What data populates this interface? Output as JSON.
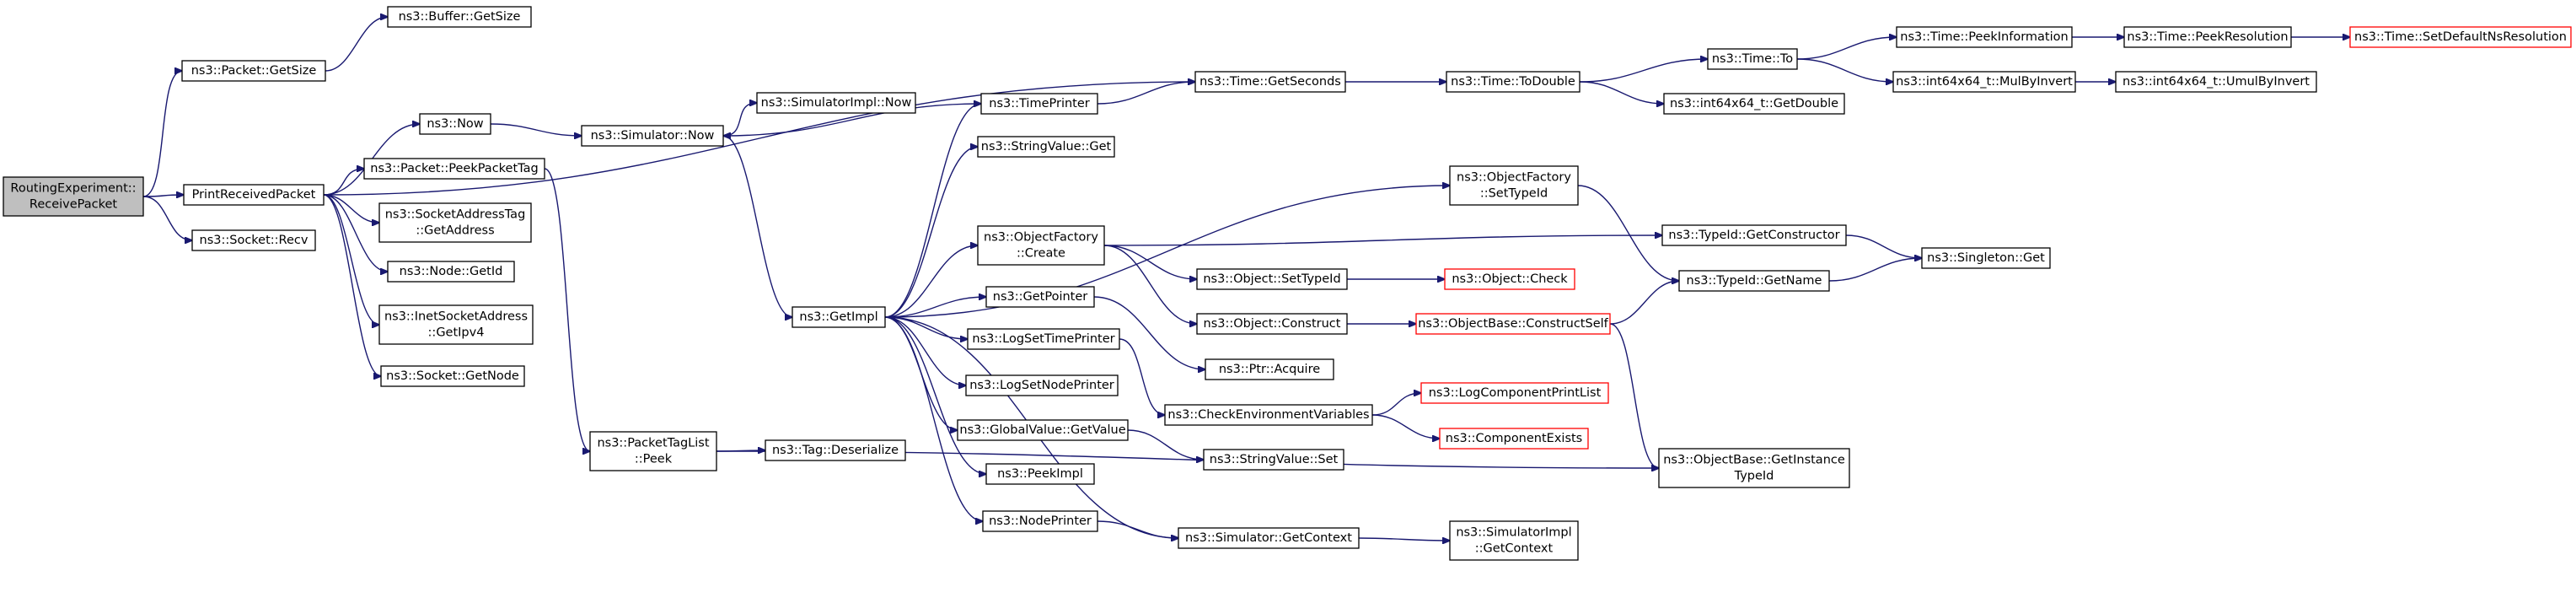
{
  "diagram": {
    "kind": "doxygen-call-graph",
    "colors": {
      "edge": "#191970",
      "root_fill": "#bfbfbf",
      "node_border": "#000000",
      "truncated_border": "#ff0000"
    },
    "nodes": [
      {
        "id": "receive",
        "lines": [
          "RoutingExperiment::",
          "ReceivePacket"
        ],
        "root": true
      },
      {
        "id": "getsize",
        "lines": [
          "ns3::Packet::GetSize"
        ]
      },
      {
        "id": "bufgetsize",
        "lines": [
          "ns3::Buffer::GetSize"
        ]
      },
      {
        "id": "printrecv",
        "lines": [
          "PrintReceivedPacket"
        ]
      },
      {
        "id": "recv",
        "lines": [
          "ns3::Socket::Recv"
        ]
      },
      {
        "id": "now",
        "lines": [
          "ns3::Now"
        ]
      },
      {
        "id": "peektag",
        "lines": [
          "ns3::Packet::PeekPacketTag"
        ]
      },
      {
        "id": "sockaddrtag",
        "lines": [
          "ns3::SocketAddressTag",
          "::GetAddress"
        ]
      },
      {
        "id": "nodegetid",
        "lines": [
          "ns3::Node::GetId"
        ]
      },
      {
        "id": "inetipv4",
        "lines": [
          "ns3::InetSocketAddress",
          "::GetIpv4"
        ]
      },
      {
        "id": "sockgetnode",
        "lines": [
          "ns3::Socket::GetNode"
        ]
      },
      {
        "id": "simnow",
        "lines": [
          "ns3::Simulator::Now"
        ]
      },
      {
        "id": "simimplnow",
        "lines": [
          "ns3::SimulatorImpl::Now"
        ]
      },
      {
        "id": "taglistpeek",
        "lines": [
          "ns3::PacketTagList",
          "::Peek"
        ]
      },
      {
        "id": "tagdeser",
        "lines": [
          "ns3::Tag::Deserialize"
        ]
      },
      {
        "id": "getimpl",
        "lines": [
          "ns3::GetImpl"
        ]
      },
      {
        "id": "timeprinter",
        "lines": [
          "ns3::TimePrinter"
        ]
      },
      {
        "id": "strvalget",
        "lines": [
          "ns3::StringValue::Get"
        ]
      },
      {
        "id": "ofcreate",
        "lines": [
          "ns3::ObjectFactory",
          "::Create"
        ]
      },
      {
        "id": "getpointer",
        "lines": [
          "ns3::GetPointer"
        ]
      },
      {
        "id": "logsettime",
        "lines": [
          "ns3::LogSetTimePrinter"
        ]
      },
      {
        "id": "logsetnode",
        "lines": [
          "ns3::LogSetNodePrinter"
        ]
      },
      {
        "id": "gvgetvalue",
        "lines": [
          "ns3::GlobalValue::GetValue"
        ]
      },
      {
        "id": "peekimpl",
        "lines": [
          "ns3::PeekImpl"
        ]
      },
      {
        "id": "nodeprinter",
        "lines": [
          "ns3::NodePrinter"
        ]
      },
      {
        "id": "timegetsec",
        "lines": [
          "ns3::Time::GetSeconds"
        ]
      },
      {
        "id": "ofsettypeid",
        "lines": [
          "ns3::ObjectFactory",
          "::SetTypeId"
        ]
      },
      {
        "id": "objsettypeid",
        "lines": [
          "ns3::Object::SetTypeId"
        ]
      },
      {
        "id": "objconstruct",
        "lines": [
          "ns3::Object::Construct"
        ]
      },
      {
        "id": "ptracquire",
        "lines": [
          "ns3::Ptr::Acquire"
        ]
      },
      {
        "id": "checkenv",
        "lines": [
          "ns3::CheckEnvironmentVariables"
        ]
      },
      {
        "id": "strvalset",
        "lines": [
          "ns3::StringValue::Set"
        ]
      },
      {
        "id": "simgetctx",
        "lines": [
          "ns3::Simulator::GetContext"
        ]
      },
      {
        "id": "timetodouble",
        "lines": [
          "ns3::Time::ToDouble"
        ]
      },
      {
        "id": "objcheck",
        "lines": [
          "ns3::Object::Check"
        ],
        "truncated": true
      },
      {
        "id": "obconstructself",
        "lines": [
          "ns3::ObjectBase::ConstructSelf"
        ],
        "truncated": true
      },
      {
        "id": "logcompprint",
        "lines": [
          "ns3::LogComponentPrintList"
        ],
        "truncated": true
      },
      {
        "id": "compexists",
        "lines": [
          "ns3::ComponentExists"
        ],
        "truncated": true
      },
      {
        "id": "simimplgetctx",
        "lines": [
          "ns3::SimulatorImpl",
          "::GetContext"
        ]
      },
      {
        "id": "timeto",
        "lines": [
          "ns3::Time::To"
        ]
      },
      {
        "id": "getdouble",
        "lines": [
          "ns3::int64x64_t::GetDouble"
        ]
      },
      {
        "id": "typeidgetctor",
        "lines": [
          "ns3::TypeId::GetConstructor"
        ]
      },
      {
        "id": "typeidgetname",
        "lines": [
          "ns3::TypeId::GetName"
        ]
      },
      {
        "id": "obgetinstance",
        "lines": [
          "ns3::ObjectBase::GetInstance",
          "TypeId"
        ]
      },
      {
        "id": "peekinfo",
        "lines": [
          "ns3::Time::PeekInformation"
        ]
      },
      {
        "id": "mulbyinvert",
        "lines": [
          "ns3::int64x64_t::MulByInvert"
        ]
      },
      {
        "id": "singletonget",
        "lines": [
          "ns3::Singleton::Get"
        ]
      },
      {
        "id": "peekres",
        "lines": [
          "ns3::Time::PeekResolution"
        ]
      },
      {
        "id": "umulbyinvert",
        "lines": [
          "ns3::int64x64_t::UmulByInvert"
        ]
      },
      {
        "id": "setdefaultns",
        "lines": [
          "ns3::Time::SetDefaultNsResolution"
        ],
        "truncated": true
      }
    ],
    "edges": [
      [
        "receive",
        "getsize"
      ],
      [
        "receive",
        "printrecv"
      ],
      [
        "receive",
        "recv"
      ],
      [
        "getsize",
        "bufgetsize"
      ],
      [
        "printrecv",
        "timegetsec"
      ],
      [
        "printrecv",
        "now"
      ],
      [
        "printrecv",
        "peektag"
      ],
      [
        "printrecv",
        "sockaddrtag"
      ],
      [
        "printrecv",
        "nodegetid"
      ],
      [
        "printrecv",
        "inetipv4"
      ],
      [
        "printrecv",
        "sockgetnode"
      ],
      [
        "now",
        "simnow"
      ],
      [
        "peektag",
        "taglistpeek"
      ],
      [
        "simnow",
        "simimplnow"
      ],
      [
        "simnow",
        "getimpl"
      ],
      [
        "taglistpeek",
        "tagdeser"
      ],
      [
        "taglistpeek",
        "obgetinstance"
      ],
      [
        "getimpl",
        "timeprinter"
      ],
      [
        "getimpl",
        "strvalget"
      ],
      [
        "getimpl",
        "ofsettypeid"
      ],
      [
        "getimpl",
        "ofcreate"
      ],
      [
        "getimpl",
        "getpointer"
      ],
      [
        "getimpl",
        "logsettime"
      ],
      [
        "getimpl",
        "logsetnode"
      ],
      [
        "getimpl",
        "gvgetvalue"
      ],
      [
        "getimpl",
        "peekimpl"
      ],
      [
        "getimpl",
        "nodeprinter"
      ],
      [
        "getimpl",
        "simgetctx"
      ],
      [
        "timeprinter",
        "timegetsec"
      ],
      [
        "timeprinter",
        "simnow"
      ],
      [
        "ofcreate",
        "typeidgetctor"
      ],
      [
        "ofcreate",
        "objsettypeid"
      ],
      [
        "ofcreate",
        "objconstruct"
      ],
      [
        "getpointer",
        "ptracquire"
      ],
      [
        "logsettime",
        "checkenv"
      ],
      [
        "gvgetvalue",
        "strvalset"
      ],
      [
        "nodeprinter",
        "simgetctx"
      ],
      [
        "ofsettypeid",
        "typeidgetname"
      ],
      [
        "objsettypeid",
        "objcheck"
      ],
      [
        "objconstruct",
        "obconstructself"
      ],
      [
        "checkenv",
        "logcompprint"
      ],
      [
        "checkenv",
        "compexists"
      ],
      [
        "simgetctx",
        "simimplgetctx"
      ],
      [
        "obconstructself",
        "typeidgetname"
      ],
      [
        "obconstructself",
        "obgetinstance"
      ],
      [
        "timegetsec",
        "timetodouble"
      ],
      [
        "timetodouble",
        "timeto"
      ],
      [
        "timetodouble",
        "getdouble"
      ],
      [
        "timeto",
        "peekinfo"
      ],
      [
        "timeto",
        "mulbyinvert"
      ],
      [
        "peekinfo",
        "peekres"
      ],
      [
        "peekres",
        "setdefaultns"
      ],
      [
        "mulbyinvert",
        "umulbyinvert"
      ],
      [
        "typeidgetctor",
        "singletonget"
      ],
      [
        "typeidgetname",
        "singletonget"
      ]
    ]
  }
}
